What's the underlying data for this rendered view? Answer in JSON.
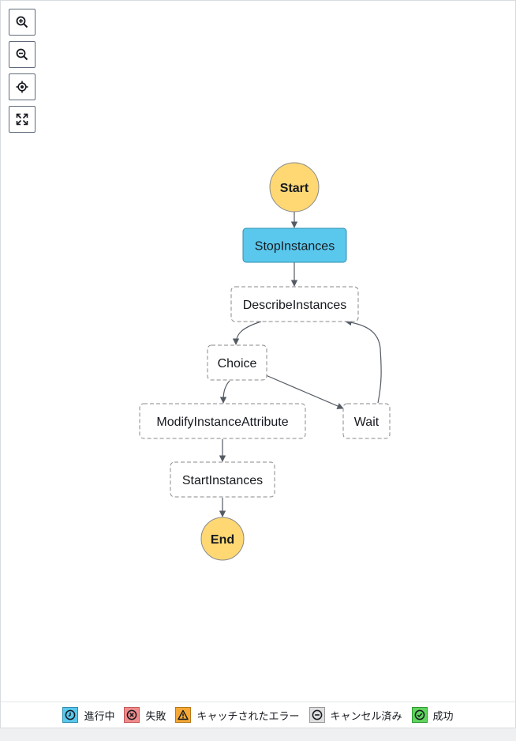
{
  "zoom_controls": [
    {
      "name": "zoom-in-button",
      "icon": "zoom-in-icon"
    },
    {
      "name": "zoom-out-button",
      "icon": "zoom-out-icon"
    },
    {
      "name": "center-button",
      "icon": "crosshair-icon"
    },
    {
      "name": "fit-button",
      "icon": "expand-icon"
    }
  ],
  "graph": {
    "start_label": "Start",
    "end_label": "End",
    "states": {
      "stop_instances": {
        "label": "StopInstances",
        "status": "in-progress"
      },
      "describe_instances": {
        "label": "DescribeInstances",
        "status": "not-started"
      },
      "choice": {
        "label": "Choice",
        "status": "not-started"
      },
      "wait": {
        "label": "Wait",
        "status": "not-started"
      },
      "modify_instance_attribute": {
        "label": "ModifyInstanceAttribute",
        "status": "not-started"
      },
      "start_instances": {
        "label": "StartInstances",
        "status": "not-started"
      }
    }
  },
  "legend": {
    "in_progress": "進行中",
    "failed": "失敗",
    "caught_error": "キャッチされたエラー",
    "cancelled": "キャンセル済み",
    "succeeded": "成功"
  },
  "colors": {
    "terminal": "#ffd874",
    "in_progress": "#5ac8ed",
    "failed": "#f08b8b",
    "caught_error": "#f5a835",
    "cancelled": "#dedede",
    "succeeded": "#5fd45f"
  }
}
